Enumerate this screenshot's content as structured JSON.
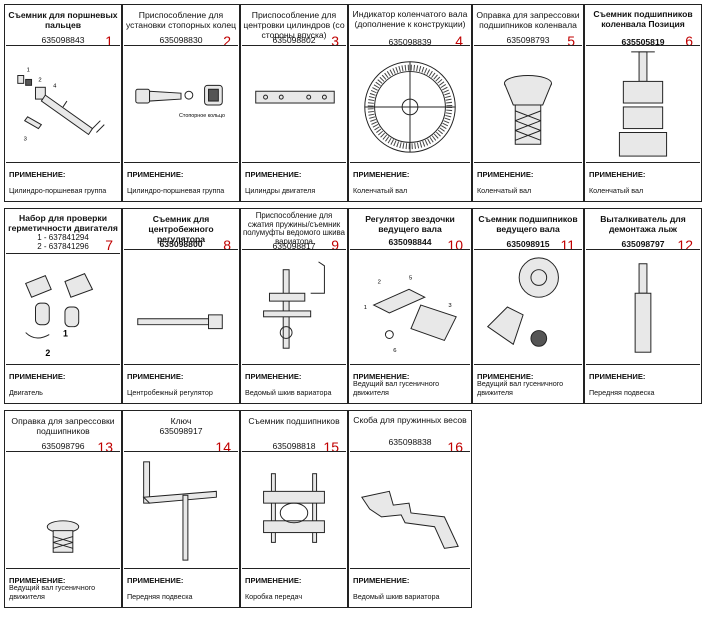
{
  "applic_label": "ПРИМЕНЕНИЕ:",
  "tools": [
    {
      "title": "Съемник для поршневых пальцев",
      "code": "635098843",
      "num": "1",
      "usage": "Цилиндро-поршневая группа",
      "icon": "piston-pin-puller-icon",
      "labels": [
        "1",
        "2",
        "4",
        "3"
      ]
    },
    {
      "title": "Приспособление для установки стопорных колец",
      "code": "635098830",
      "num": "2",
      "usage": "Цилиндро-поршневая группа",
      "icon": "snap-ring-installer-icon",
      "labels": [
        "Стопорное кольцо"
      ]
    },
    {
      "title": "Приспособление для центровки цилиндров (со стороны впуска)",
      "code": "635098802",
      "num": "3",
      "usage": "Цилиндры двигателя",
      "icon": "cylinder-alignment-plate-icon"
    },
    {
      "title": "Индикатор коленчатого вала (дополнение к конструкции)",
      "code": "635098839",
      "num": "4",
      "usage": "Коленчатый вал",
      "icon": "degree-wheel-icon"
    },
    {
      "title": "Оправка для запрессовки подшипников коленвала",
      "code": "635098793",
      "num": "5",
      "usage": "Коленчатый вал",
      "icon": "bearing-press-mandrel-icon"
    },
    {
      "title": "Съемник подшипников коленвала Позиция",
      "code": "635505819",
      "num": "6",
      "usage": "Коленчатый вал",
      "icon": "crank-bearing-puller-icon"
    },
    {
      "title": "Набор для проверки герметичности двигателя",
      "code": "",
      "num": "7",
      "usage": "Двигатель",
      "icon": "leak-test-kit-icon",
      "sub": [
        "1 - 637841294",
        "2 - 637841296"
      ],
      "labels": [
        "1",
        "2"
      ]
    },
    {
      "title": "Съемник для центробежного регулятора",
      "code": "635098800",
      "num": "8",
      "usage": "Центробежный регулятор",
      "icon": "centrifugal-regulator-puller-icon"
    },
    {
      "title": "Приспособление для сжатия пружины/съемник полумуфты ведомого шкива вариатора",
      "code": "635098817",
      "num": "9",
      "usage": "Ведомый шкив вариатора",
      "icon": "spring-compressor-icon"
    },
    {
      "title": "Регулятор звездочки ведущего вала",
      "code": "635098844",
      "num": "10",
      "usage": "Ведущий вал гусеничного движителя",
      "icon": "sprocket-adjuster-icon",
      "labels": [
        "2",
        "5",
        "1",
        "3",
        "6"
      ]
    },
    {
      "title": "Съемник подшипников ведущего вала",
      "code": "635098915",
      "num": "11",
      "usage": "Ведущий вал гусеничного движителя",
      "icon": "drive-shaft-bearing-puller-icon"
    },
    {
      "title": "Выталкиватель для демонтажа лыж",
      "code": "635098797",
      "num": "12",
      "usage": "Передняя подвеска",
      "icon": "ski-removal-punch-icon"
    },
    {
      "title": "Оправка для запрессовки подшипников",
      "code": "635098796",
      "num": "13",
      "usage": "Ведущий вал гусеничного движителя",
      "icon": "bearing-driver-icon"
    },
    {
      "title": "Ключ",
      "code": "635098917",
      "num": "14",
      "usage": "Передняя подвеска",
      "icon": "t-wrench-icon"
    },
    {
      "title": "Съемник подшипников",
      "code": "635098818",
      "num": "15",
      "usage": "Коробка передач",
      "icon": "bearing-separator-icon"
    },
    {
      "title": "Скоба для пружинных весов",
      "code": "635098838",
      "num": "16",
      "usage": "Ведомый шкив вариатора",
      "icon": "spring-scale-bracket-icon"
    }
  ]
}
